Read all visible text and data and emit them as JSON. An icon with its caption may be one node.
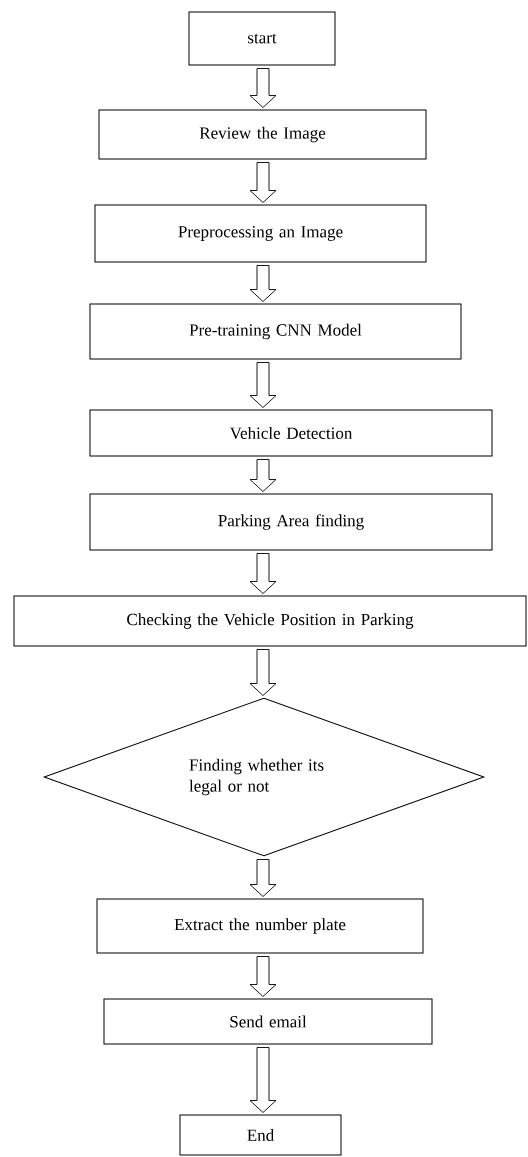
{
  "diagram": {
    "nodes": [
      {
        "text": [
          "start"
        ]
      },
      {
        "text": [
          "Review the Image"
        ]
      },
      {
        "text": [
          "Preprocessing an Image"
        ]
      },
      {
        "text": [
          "Pre-training CNN Model"
        ]
      },
      {
        "text": [
          "Vehicle Detection"
        ]
      },
      {
        "text": [
          "Parking Area finding"
        ]
      },
      {
        "text": [
          "Checking the Vehicle Position in Parking"
        ]
      },
      {
        "text": [
          "Finding whether its legal or not"
        ]
      },
      {
        "text": [
          "Extract the number plate"
        ]
      },
      {
        "text": [
          "Send email"
        ]
      },
      {
        "text": [
          "End"
        ]
      }
    ],
    "edges": [
      {
        "from": 0,
        "to": 1,
        "arrow": "to"
      },
      {
        "from": 1,
        "to": 2,
        "arrow": "to"
      },
      {
        "from": 2,
        "to": 3,
        "arrow": "to"
      },
      {
        "from": 3,
        "to": 4,
        "arrow": "to"
      },
      {
        "from": 4,
        "to": 5,
        "arrow": "to"
      },
      {
        "from": 5,
        "to": 6,
        "arrow": "to"
      },
      {
        "from": 6,
        "to": 7,
        "arrow": "to"
      },
      {
        "from": 7,
        "to": 8,
        "arrow": "to"
      },
      {
        "from": 8,
        "to": 9,
        "arrow": "to"
      },
      {
        "from": 9,
        "to": 10,
        "arrow": "to"
      }
    ]
  }
}
